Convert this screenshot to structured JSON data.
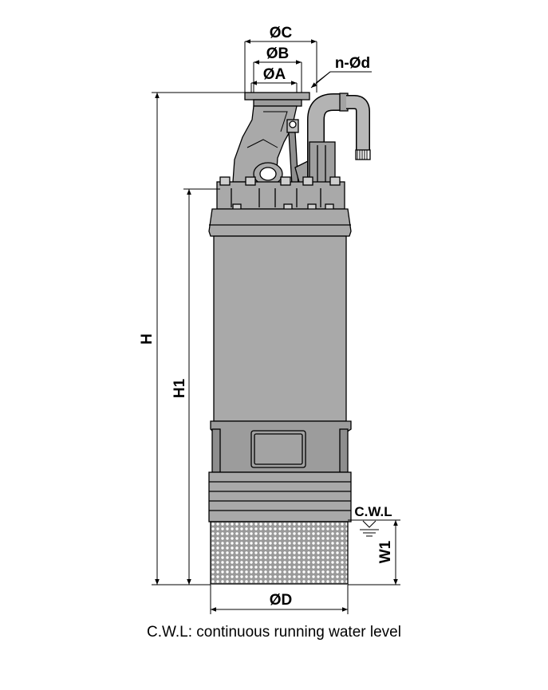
{
  "labels": {
    "dia_c": "ØC",
    "dia_b": "ØB",
    "dia_a": "ØA",
    "bolt_holes": "n-Ød",
    "height_h": "H",
    "height_h1": "H1",
    "water_level": "C.W.L",
    "w1": "W1",
    "dia_d": "ØD"
  },
  "caption": "C.W.L: continuous running water level",
  "colors": {
    "pump_body": "#a9a9a9",
    "pump_dark": "#8c8c8c",
    "outline": "#000000",
    "background": "#ffffff"
  }
}
